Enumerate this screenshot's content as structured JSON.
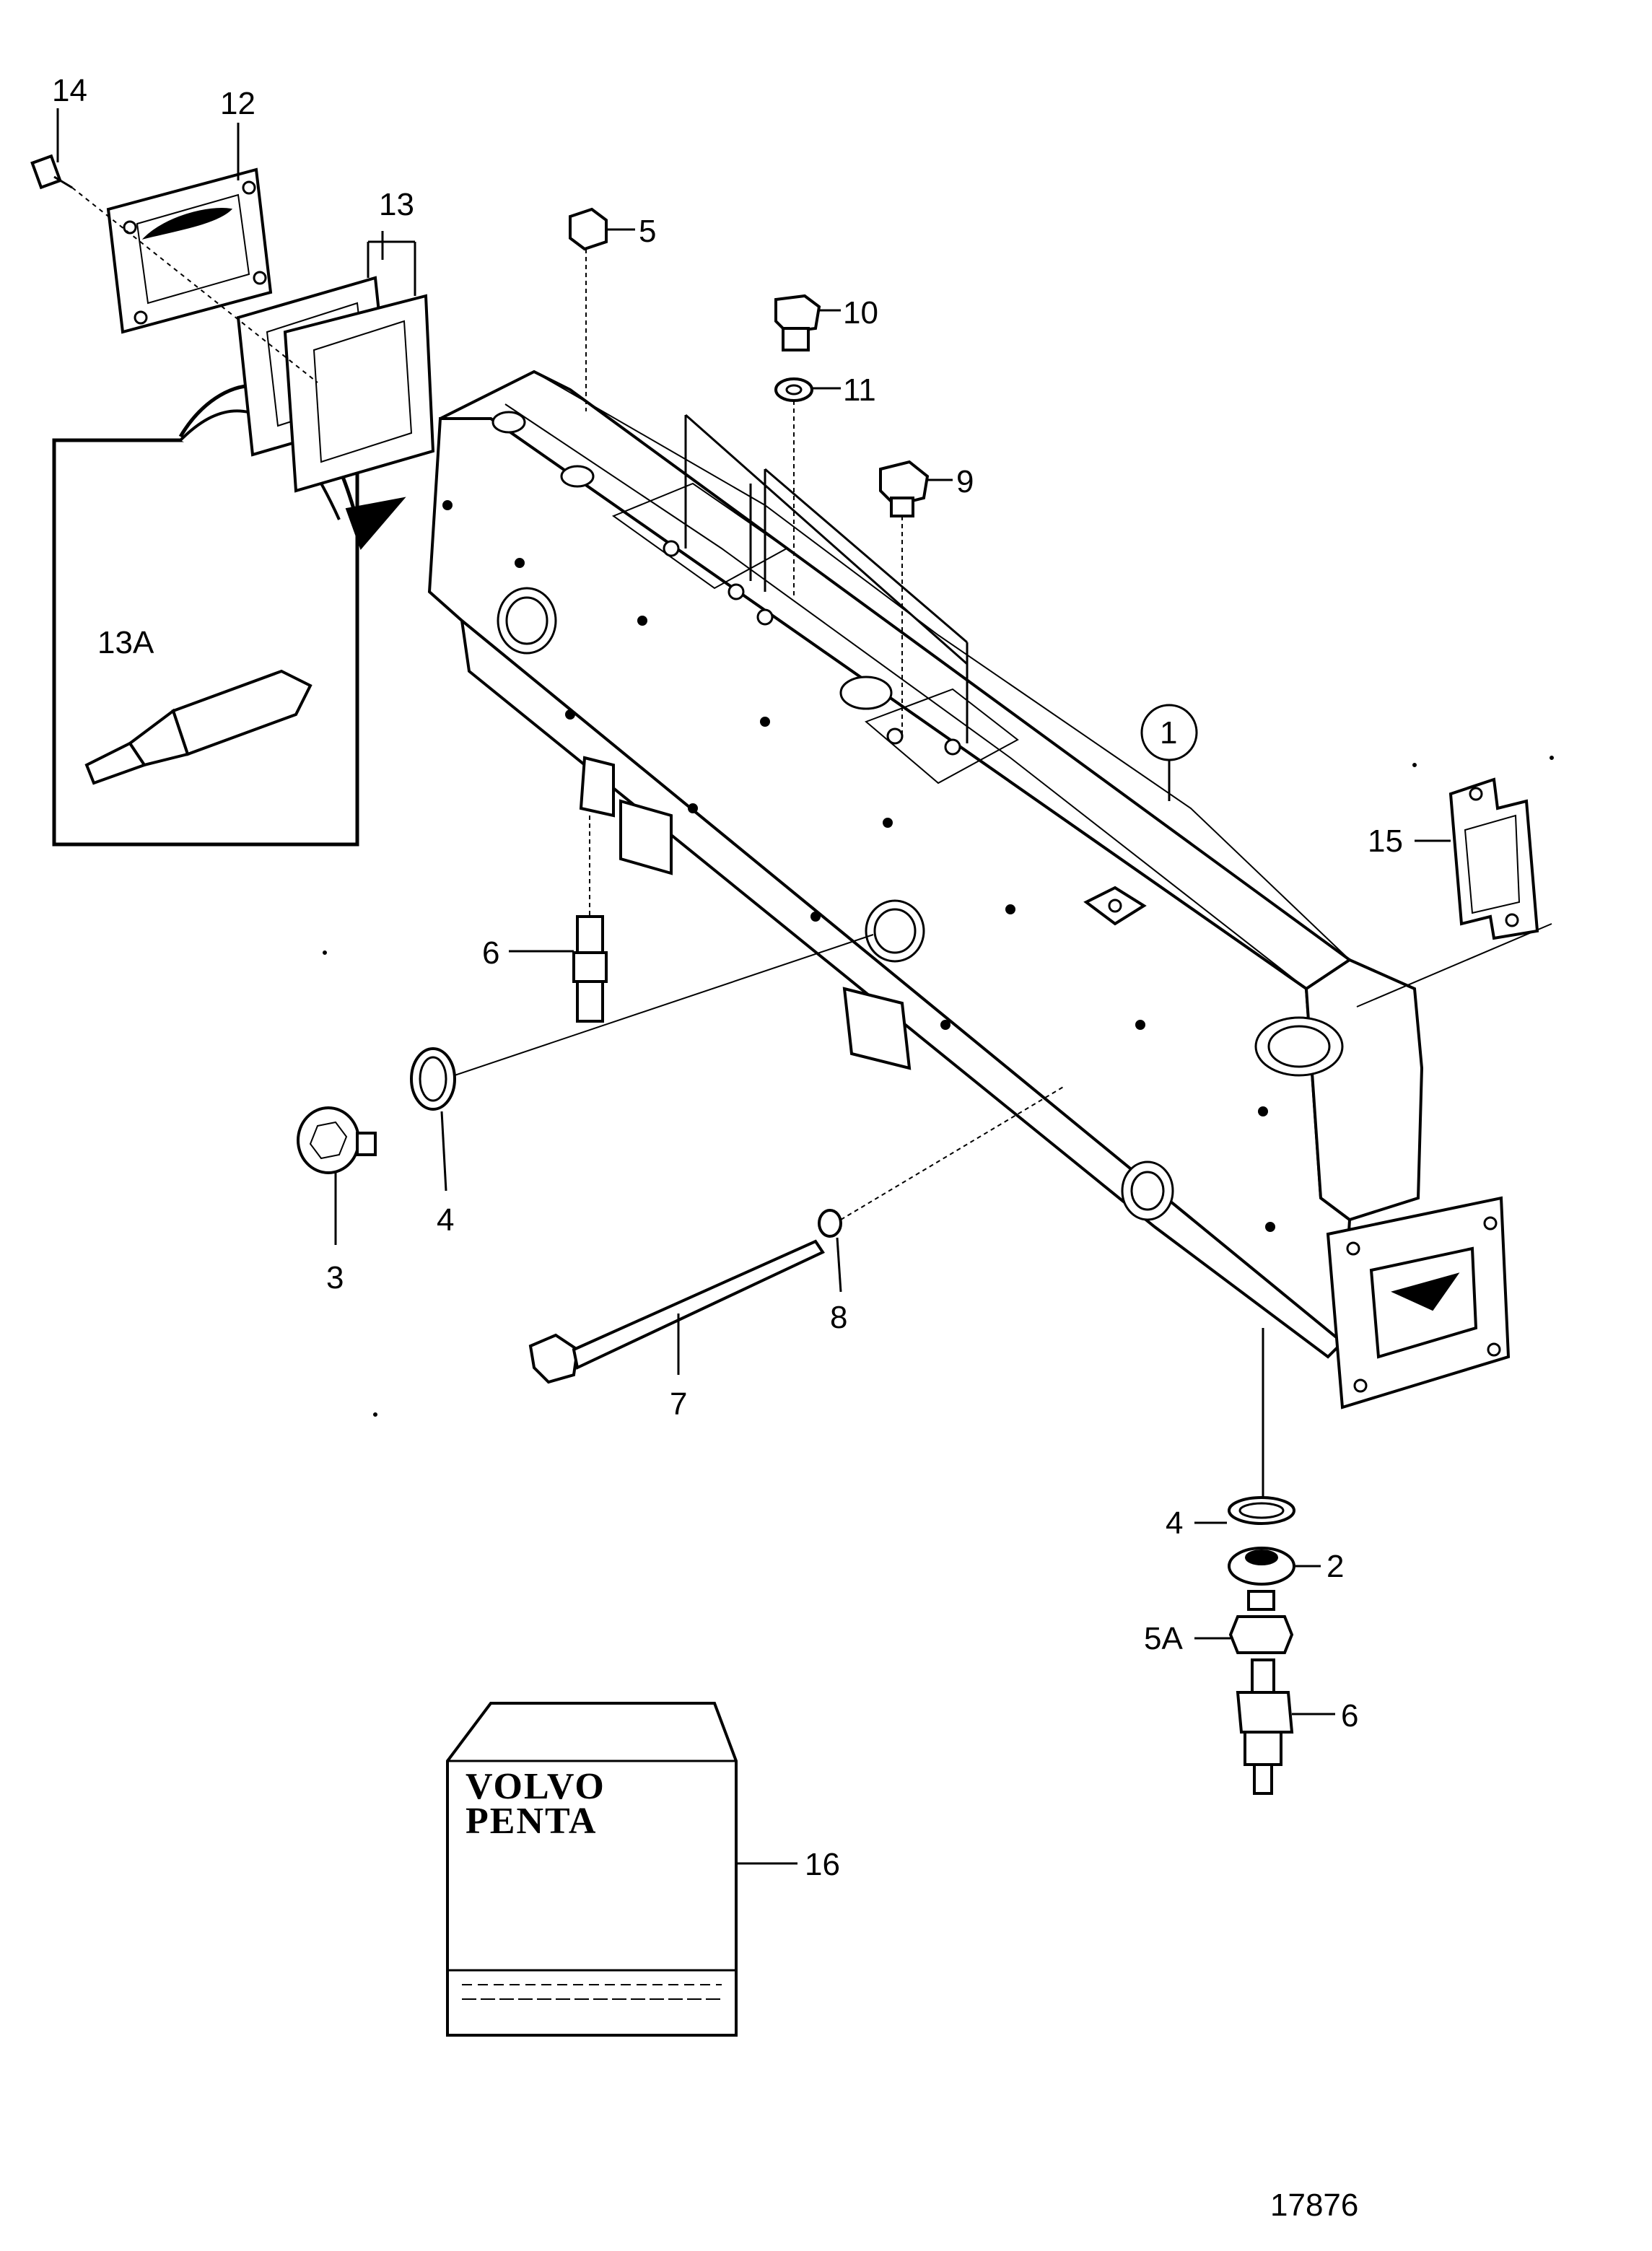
{
  "figure_id": "17876",
  "callouts": {
    "c1": "1",
    "c2": "2",
    "c3": "3",
    "c4a": "4",
    "c4b": "4",
    "c5": "5",
    "c5a": "5A",
    "c6a": "6",
    "c6b": "6",
    "c7": "7",
    "c8": "8",
    "c9": "9",
    "c10": "10",
    "c11": "11",
    "c12": "12",
    "c13": "13",
    "c13a": "13A",
    "c14": "14",
    "c15": "15",
    "c16": "16"
  },
  "logo": {
    "line1": "VOLVO",
    "line2": "PENTA"
  },
  "icons": {
    "sealant_tube": "sealant-tube-icon",
    "arrow": "curved-arrow-icon"
  }
}
